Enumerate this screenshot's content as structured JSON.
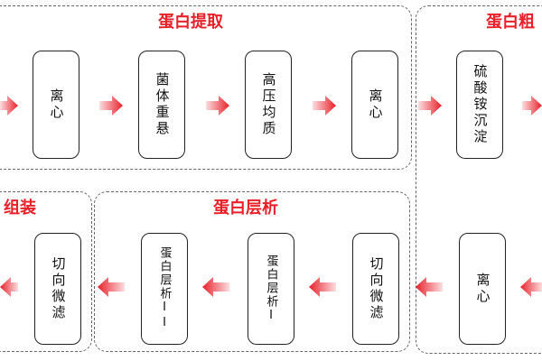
{
  "colors": {
    "accent": "#e8202a",
    "border": "#222222",
    "group_border": "#666666"
  },
  "groups": {
    "extraction": {
      "title": "蛋白提取"
    },
    "crude": {
      "title": "蛋白粗"
    },
    "chromatography": {
      "title": "蛋白层析"
    },
    "assembly": {
      "title": "组装"
    }
  },
  "steps": {
    "centrifuge_1": "离心",
    "resuspend": "菌体重悬",
    "homogenize": "高压均质",
    "centrifuge_2": "离心",
    "ammonium_precip": "硫酸铵沉淀",
    "centrifuge_3": "离心",
    "tff_1": "切向微滤",
    "chrom_1": "蛋白层析I",
    "chrom_2": "蛋白层析II",
    "tff_2": "切向微滤"
  }
}
